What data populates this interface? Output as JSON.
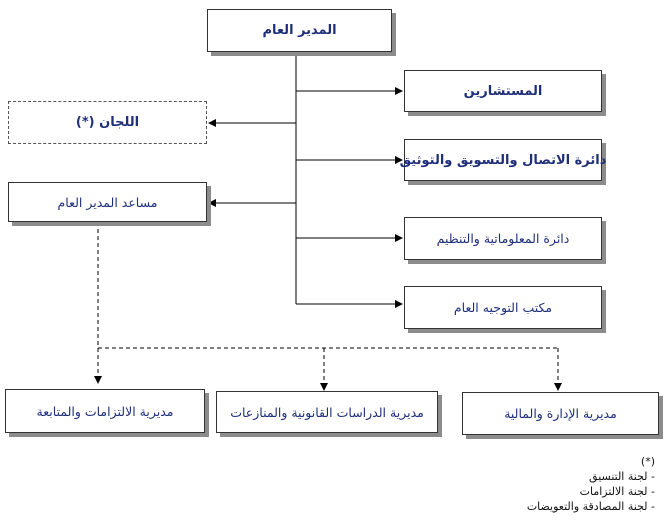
{
  "nodes": {
    "general_manager": "المدير العام",
    "advisors": "المستشارين",
    "committees": "اللجان (*)",
    "assistant_gm": "مساعد المدير العام",
    "communication_marketing": "دائرة الاتصال والتسويق والتوثيق",
    "informatics_organization": "دائرة المعلوماتية والتنظيم",
    "general_guidance_office": "مكتب التوجيه العام",
    "commitments_followup": "مديرية الالتزامات والمتابعة",
    "legal_studies_disputes": "مديرية الدراسات القانونية والمنازعات",
    "administration_finance": "مديرية الإدارة والمالية"
  },
  "footnote": {
    "marker": "(*)",
    "items": [
      "- لجنة التنسيق",
      "- لجنة الالتزامات",
      "- لجنة المصادقة والتعويضات"
    ]
  },
  "colors": {
    "text": "#1f2f7a",
    "border": "#333333",
    "shadow": "#8c8c8c"
  }
}
